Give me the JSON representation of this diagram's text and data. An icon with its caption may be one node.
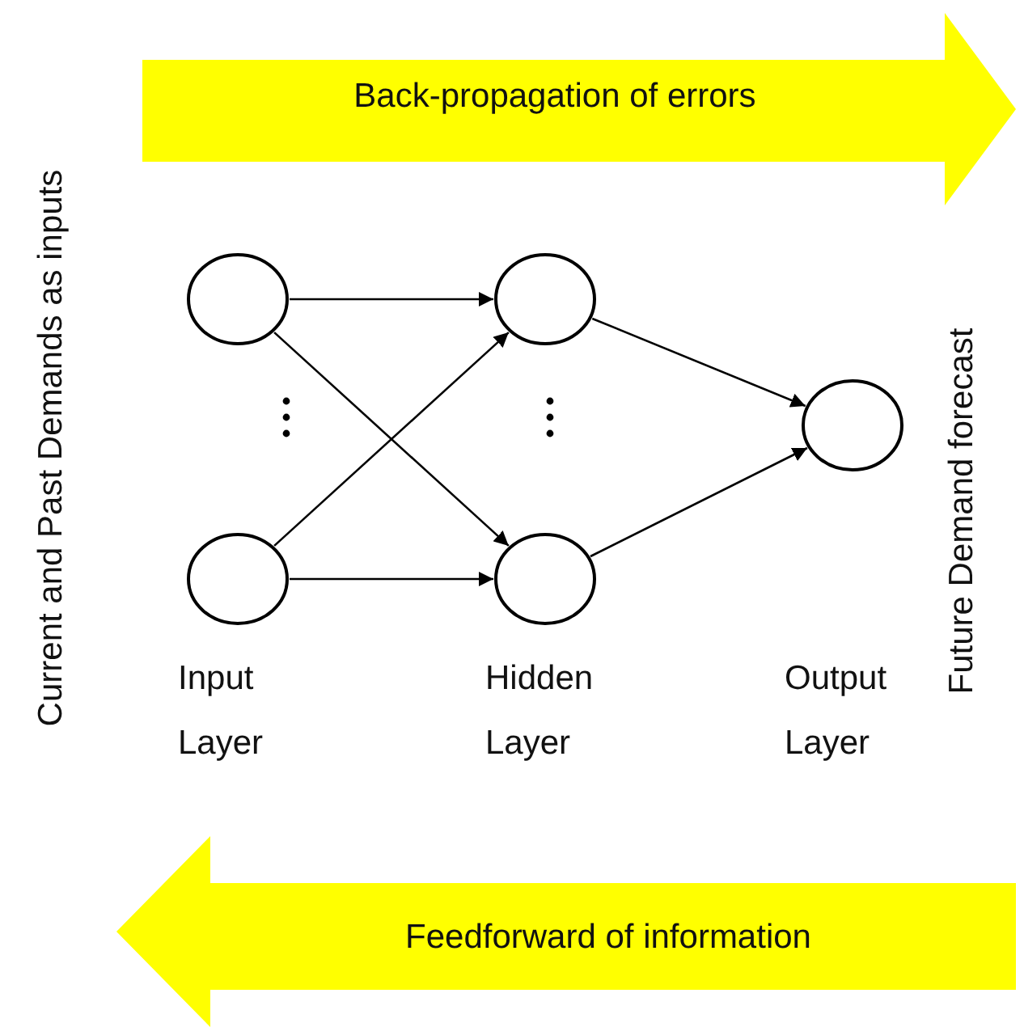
{
  "diagram": {
    "nodes": [
      {
        "text": [
          "Back-propagation of errors"
        ]
      },
      {
        "text": [
          "Feedforward of information"
        ]
      },
      {
        "text": [],
        "shape": "circle"
      },
      {
        "text": [],
        "shape": "circle"
      },
      {
        "text": [],
        "shape": "circle"
      },
      {
        "text": [],
        "shape": "circle"
      },
      {
        "text": [],
        "shape": "circle"
      }
    ],
    "edges": [
      {
        "from": 2,
        "to": 4,
        "arrow": "to"
      },
      {
        "from": 2,
        "to": 5,
        "arrow": "to"
      },
      {
        "from": 3,
        "to": 4,
        "arrow": "to"
      },
      {
        "from": 3,
        "to": 5,
        "arrow": "to"
      },
      {
        "from": 4,
        "to": 6,
        "arrow": "to"
      },
      {
        "from": 5,
        "to": 6,
        "arrow": "to"
      }
    ],
    "labels": [
      "Current and Past Demands as inputs",
      "Future Demand forecast",
      "Input Layer",
      "Hidden Layer",
      "Output Layer"
    ]
  }
}
